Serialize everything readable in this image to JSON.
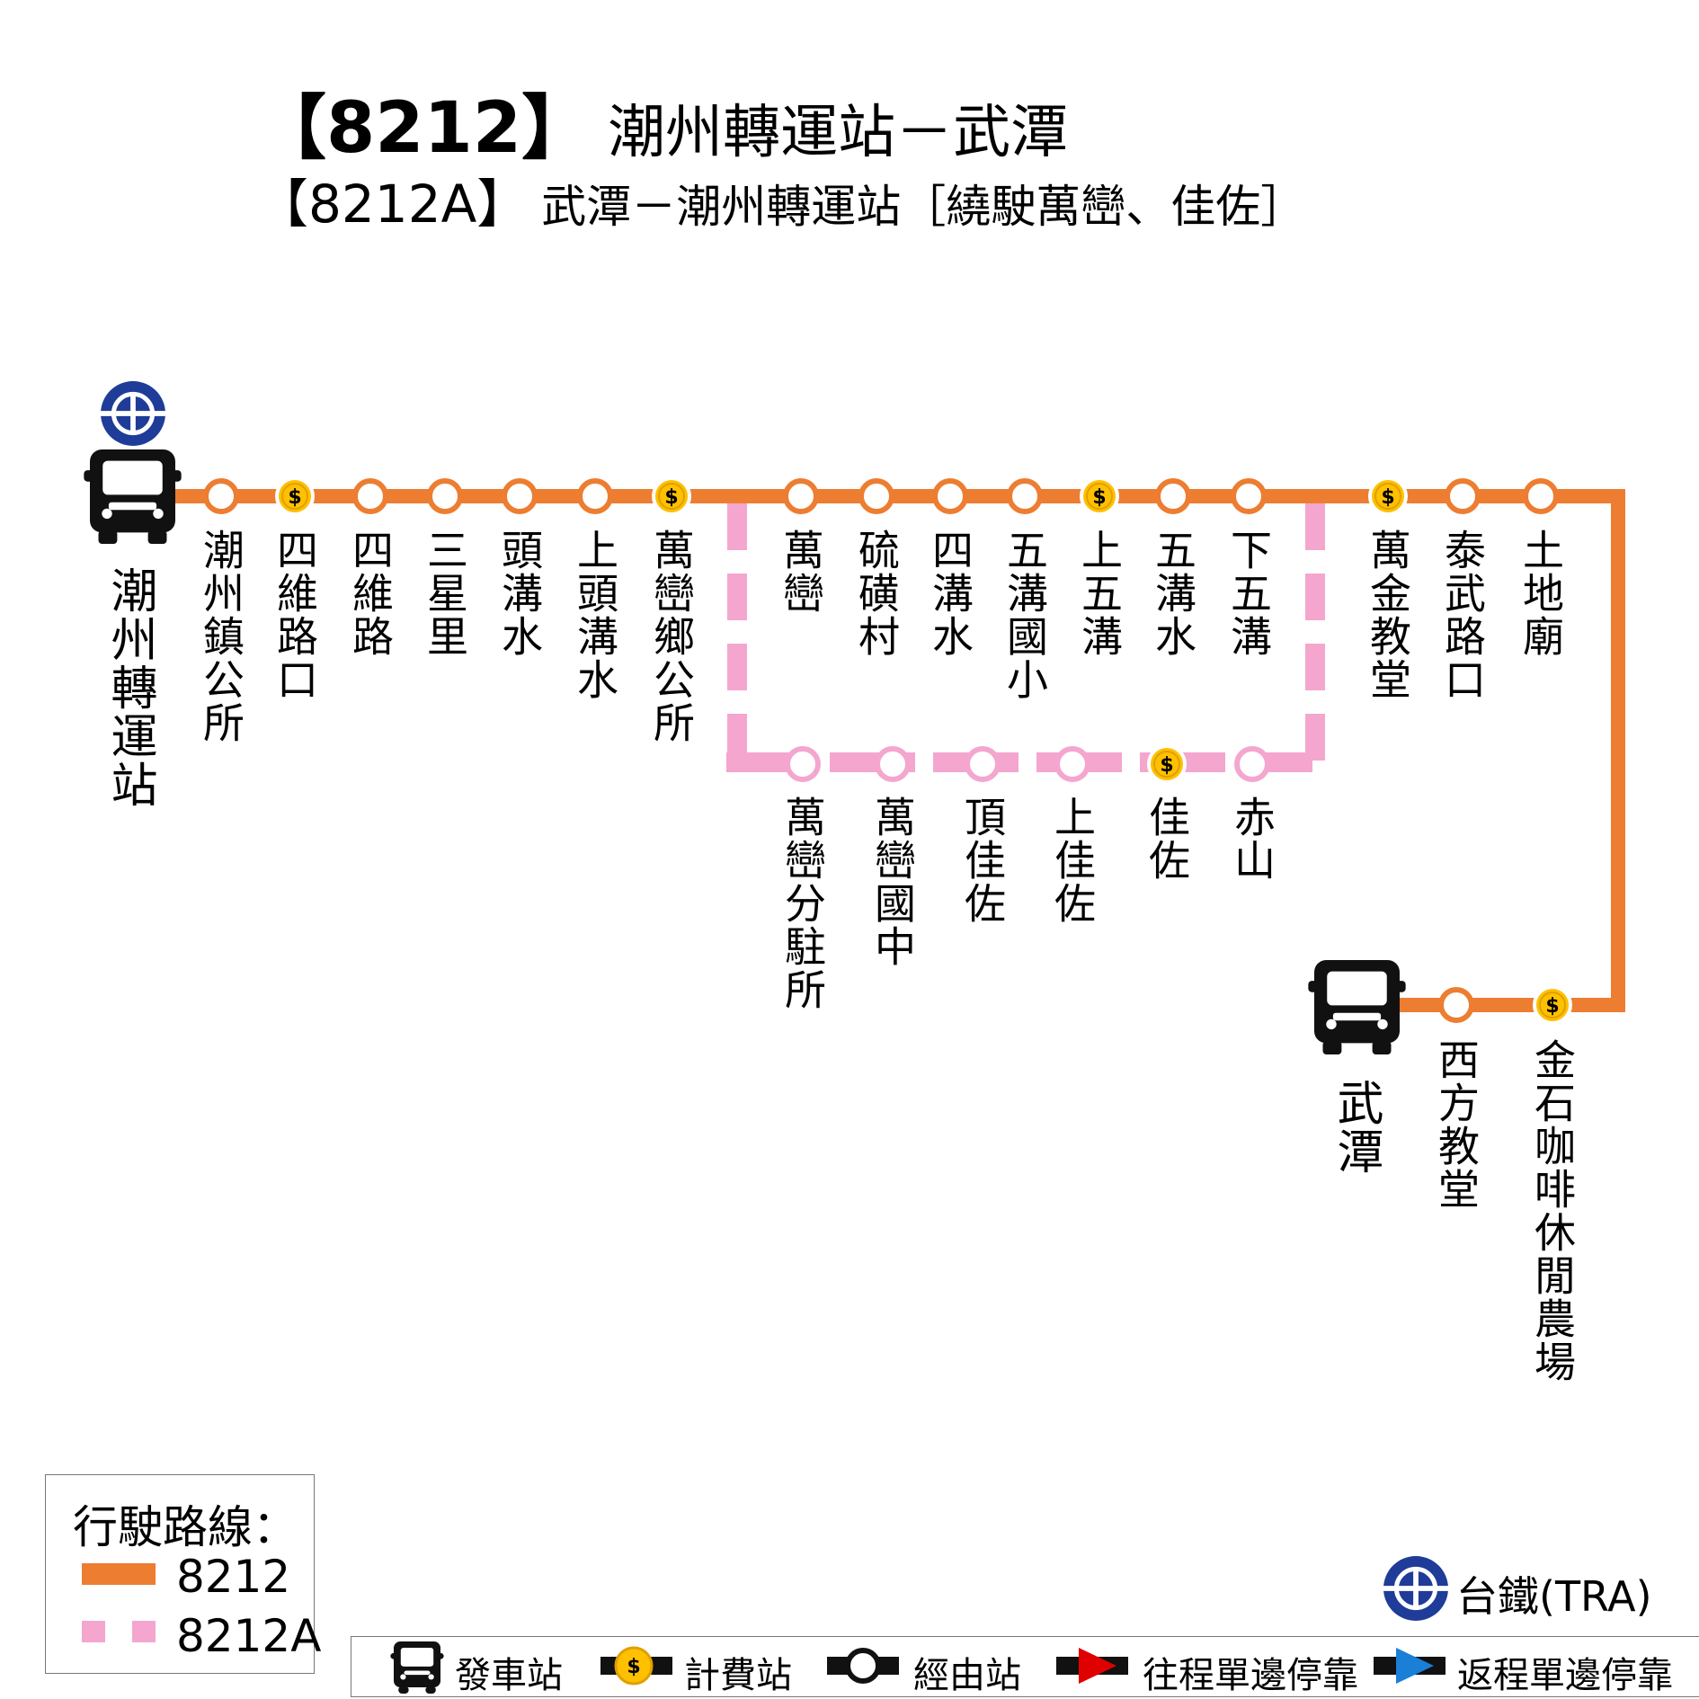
{
  "title": {
    "route1_code": "【8212】",
    "route1_name": "潮州轉運站－武潭",
    "route2_code": "【8212A】",
    "route2_name": "武潭－潮州轉運站［繞駛萬巒、佳佐］"
  },
  "colors": {
    "route_8212": "#ed7d31",
    "route_8212A": "#f4a6cf",
    "tra_blue": "#1f3c99",
    "fare_yellow": "#ffc000"
  },
  "terminals": {
    "start": "潮州轉運站",
    "end": "武潭"
  },
  "main_stops": [
    {
      "name": "潮州鎮公所",
      "fare": false
    },
    {
      "name": "四維路口",
      "fare": true
    },
    {
      "name": "四維路",
      "fare": false
    },
    {
      "name": "三星里",
      "fare": false
    },
    {
      "name": "頭溝水",
      "fare": false
    },
    {
      "name": "上頭溝水",
      "fare": false
    },
    {
      "name": "萬巒鄉公所",
      "fare": true
    },
    {
      "name": "萬巒",
      "fare": false
    },
    {
      "name": "硫磺村",
      "fare": false
    },
    {
      "name": "四溝水",
      "fare": false
    },
    {
      "name": "五溝國小",
      "fare": false
    },
    {
      "name": "上五溝",
      "fare": true
    },
    {
      "name": "五溝水",
      "fare": false
    },
    {
      "name": "下五溝",
      "fare": false
    },
    {
      "name": "萬金教堂",
      "fare": true
    },
    {
      "name": "泰武路口",
      "fare": false
    },
    {
      "name": "土地廟",
      "fare": false
    }
  ],
  "branch_stops": [
    {
      "name": "萬巒分駐所",
      "fare": false
    },
    {
      "name": "萬巒國中",
      "fare": false
    },
    {
      "name": "頂佳佐",
      "fare": false
    },
    {
      "name": "上佳佐",
      "fare": false
    },
    {
      "name": "佳佐",
      "fare": true
    },
    {
      "name": "赤山",
      "fare": false
    }
  ],
  "lower_stops": [
    {
      "name": "西方教堂",
      "fare": false
    },
    {
      "name": "金石咖啡休閒農場",
      "fare": true
    }
  ],
  "fare_symbol": "$",
  "legend": {
    "title": "行駛路線：",
    "item1": "8212",
    "item2": "8212A"
  },
  "tra_label": "台鐵(TRA)",
  "bottom_legend": {
    "depart": "發車站",
    "fare": "計費站",
    "via": "經由站",
    "outbound": "往程單邊停靠",
    "return": "返程單邊停靠"
  }
}
